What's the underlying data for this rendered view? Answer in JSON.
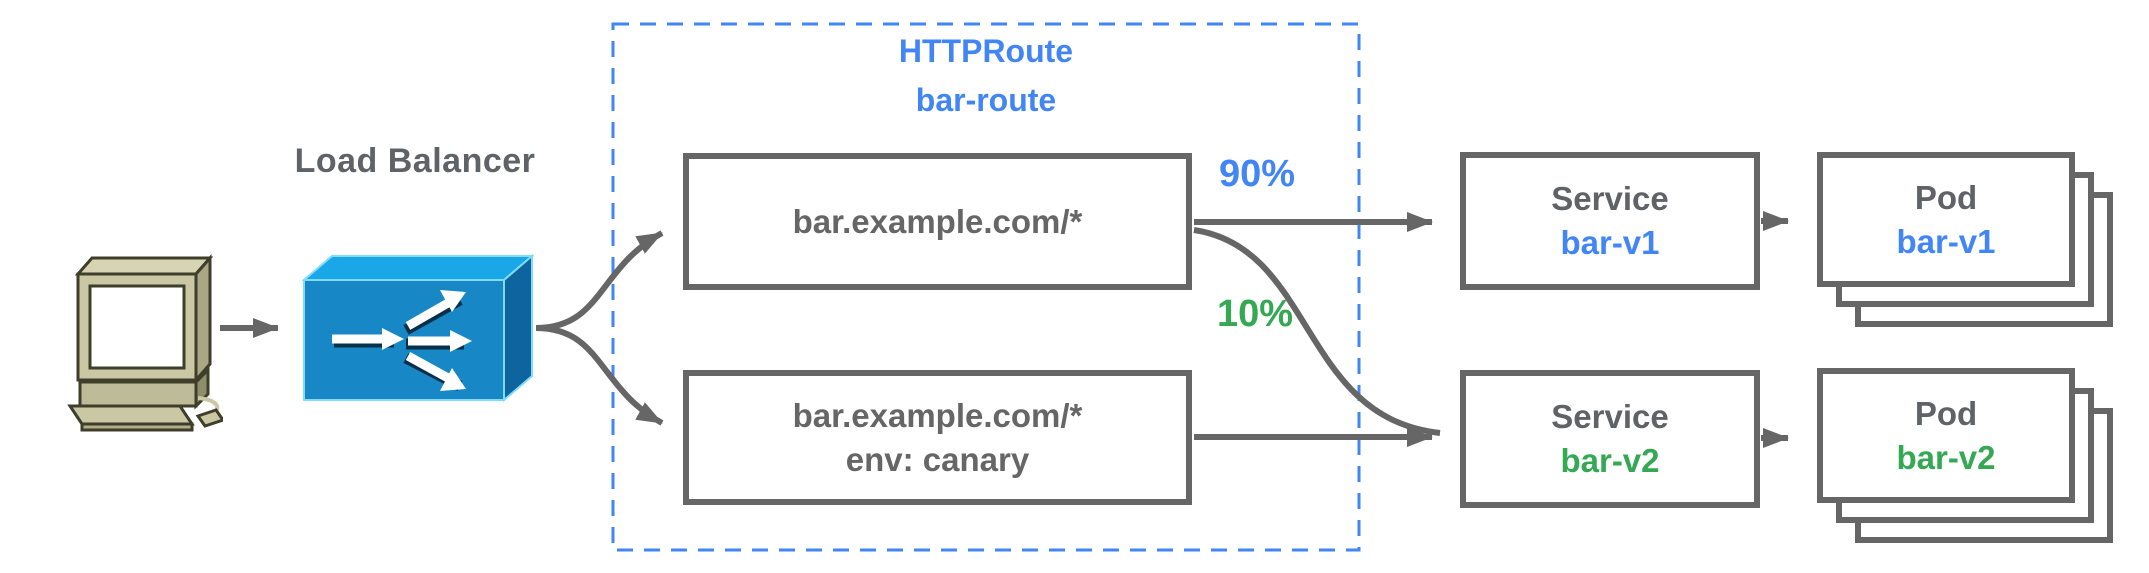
{
  "nodes": {
    "client": {
      "icon": "desktop-computer"
    },
    "load_balancer": {
      "label": "Load Balancer"
    },
    "httproute": {
      "kind": "HTTPRoute",
      "name": "bar-route"
    },
    "rules": [
      {
        "match": "bar.example.com/*"
      },
      {
        "match": "bar.example.com/*",
        "header": "env: canary"
      }
    ],
    "weights": [
      {
        "label": "90%",
        "color": "#4285f4"
      },
      {
        "label": "10%",
        "color": "#34a853"
      }
    ],
    "services": [
      {
        "kind": "Service",
        "name": "bar-v1",
        "name_color": "#4285f4"
      },
      {
        "kind": "Service",
        "name": "bar-v2",
        "name_color": "#34a853"
      }
    ],
    "pods": [
      {
        "kind": "Pod",
        "name": "bar-v1",
        "name_color": "#4285f4"
      },
      {
        "kind": "Pod",
        "name": "bar-v2",
        "name_color": "#34a853"
      }
    ]
  },
  "colors": {
    "edge_gray": "#666666",
    "box_border_gray": "#666666",
    "label_gray": "#5f6368",
    "accent_blue": "#4285f4",
    "accent_green": "#34a853",
    "group_dashed_blue": "#4285f4",
    "lb_icon_top": "#1aa7e8",
    "lb_icon_front": "#1787c6",
    "lb_icon_side": "#0e649f",
    "computer_body": "#c9c7a4"
  }
}
